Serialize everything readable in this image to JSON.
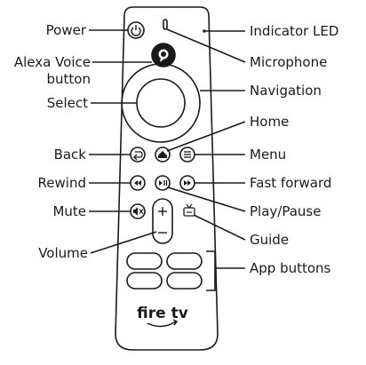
{
  "labels": {
    "power": "Power",
    "alexa_line1": "Alexa Voice",
    "alexa_line2": "button",
    "select": "Select",
    "back": "Back",
    "rewind": "Rewind",
    "mute": "Mute",
    "volume": "Volume",
    "indicator_led": "Indicator LED",
    "microphone": "Microphone",
    "navigation": "Navigation",
    "home": "Home",
    "menu": "Menu",
    "fast_forward": "Fast forward",
    "play_pause": "Play/Pause",
    "guide": "Guide",
    "app_buttons": "App buttons"
  },
  "remote": {
    "logo": "fire tv"
  },
  "colors": {
    "line": "#1a1a1a",
    "fill": "#ffffff"
  },
  "icons": {
    "power": "power-icon",
    "alexa": "alexa-icon",
    "back": "back-arrow-icon",
    "home": "home-icon",
    "menu": "menu-icon",
    "rewind": "rewind-icon",
    "play_pause": "play-pause-icon",
    "fast_forward": "fast-forward-icon",
    "mute": "mute-icon",
    "guide": "guide-icon"
  }
}
